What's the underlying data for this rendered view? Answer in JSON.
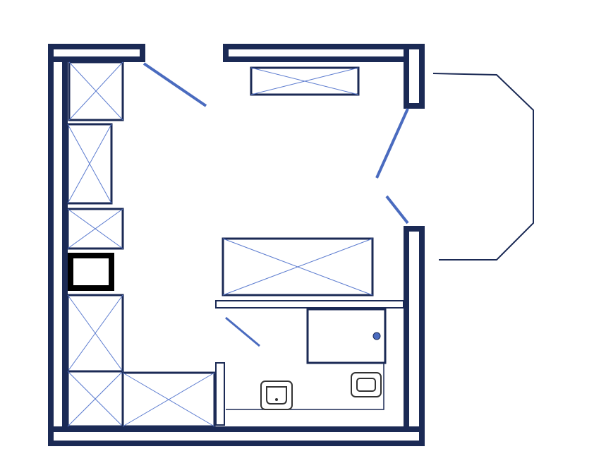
{
  "diagram": {
    "type": "floor-plan",
    "colors": {
      "wall": "#1b2a55",
      "door": "#4a6bbf",
      "furniture_line": "#1b2a55",
      "cross_line": "#5b7bcf",
      "fixture": "#333333",
      "drain": "#4a6bbf",
      "background": "#ffffff"
    },
    "rooms": [
      "main-room",
      "bathroom",
      "bay-window-annex"
    ],
    "furniture": [
      "wall-cabinet-top",
      "kitchen-cabinet-1",
      "kitchen-cabinet-2",
      "kitchen-cabinet-3",
      "oven",
      "kitchen-cabinet-4",
      "kitchen-cabinet-5",
      "kitchen-counter-bottom",
      "bed-or-table",
      "shower-tray",
      "toilet",
      "sink"
    ],
    "doors": [
      "entrance-door",
      "balcony-door-upper",
      "balcony-door-lower",
      "bathroom-door"
    ]
  }
}
